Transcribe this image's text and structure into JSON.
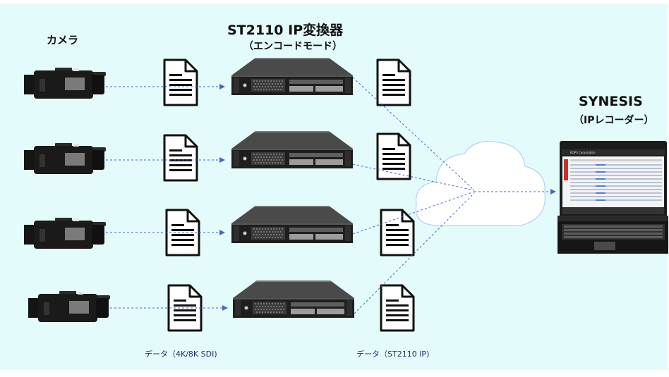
{
  "colors": {
    "background": "#e4fbfb",
    "arrow": "#4468c4",
    "device": "#1a1a1a"
  },
  "labels": {
    "camera": "カメラ",
    "converter_title": "ST2110 IP変換器",
    "converter_subtitle": "（エンコードモード）",
    "recorder_title": "SYNESIS",
    "recorder_subtitle": "（IPレコーダー）",
    "caption_input": "データ（4K/8K SDI)",
    "caption_output": "データ（ST2110 IP)"
  },
  "icons": [
    "video-camera-icon",
    "document-icon",
    "rack-server-icon",
    "cloud-icon",
    "portable-recorder-icon"
  ],
  "recorder_screen_brand": "EOPS Corporation",
  "chains": [
    {
      "row": 1
    },
    {
      "row": 2
    },
    {
      "row": 3
    },
    {
      "row": 4
    }
  ]
}
